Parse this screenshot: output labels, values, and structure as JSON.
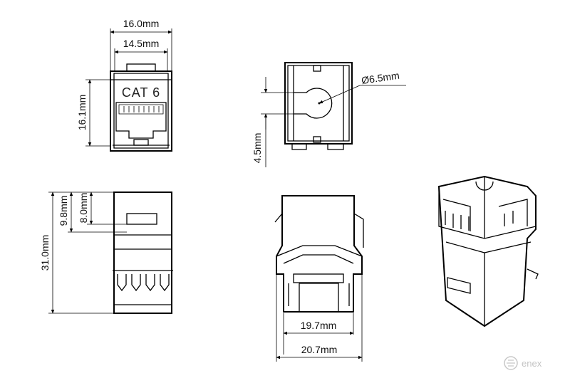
{
  "dimensions": {
    "front_outer_width": "16.0mm",
    "front_inner_width": "14.5mm",
    "front_height": "16.1mm",
    "hole_diameter": "Ø6.5mm",
    "side_offset": "4.5mm",
    "side_height_a": "9.8mm",
    "side_height_b": "8.0mm",
    "total_length": "31.0mm",
    "bottom_inner_width": "19.7mm",
    "bottom_outer_width": "20.7mm"
  },
  "labels": {
    "jack_category": "CAT 6"
  },
  "brand": {
    "name": "enex"
  }
}
